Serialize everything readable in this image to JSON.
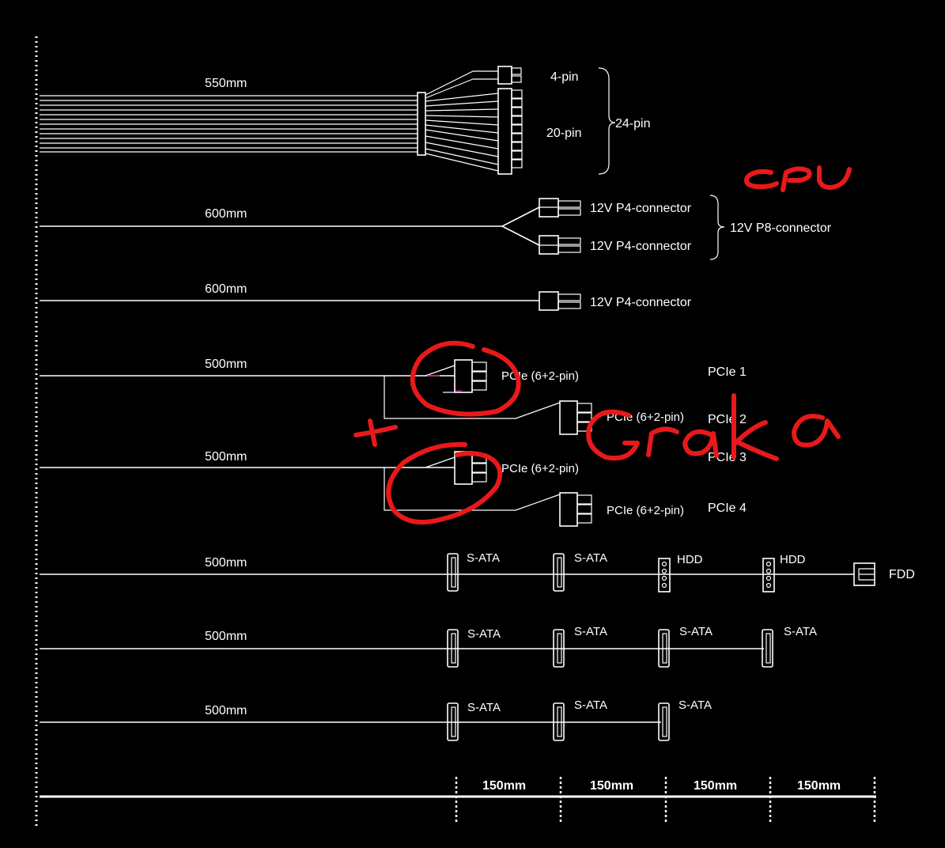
{
  "rows": [
    {
      "length": "550mm",
      "top_label": "4-pin",
      "bottom_label": "20-pin",
      "group_label": "24-pin"
    },
    {
      "length": "600mm",
      "conn1": "12V P4-connector",
      "conn2": "12V P4-connector",
      "group_label": "12V P8-connector"
    },
    {
      "length": "600mm",
      "conn1": "12V P4-connector"
    },
    {
      "length": "500mm",
      "conn1": "PCIe (6+2-pin)",
      "conn2": "PCIe (6+2-pin)",
      "name1": "PCIe 1",
      "name2": "PCIe 2"
    },
    {
      "length": "500mm",
      "conn1": "PCIe (6+2-pin)",
      "conn2": "PCIe (6+2-pin)",
      "name1": "PCIe 3",
      "name2": "PCIe 4"
    },
    {
      "length": "500mm",
      "c1": "S-ATA",
      "c2": "S-ATA",
      "c3": "HDD",
      "c4": "HDD",
      "c5": "FDD"
    },
    {
      "length": "500mm",
      "c1": "S-ATA",
      "c2": "S-ATA",
      "c3": "S-ATA",
      "c4": "S-ATA"
    },
    {
      "length": "500mm",
      "c1": "S-ATA",
      "c2": "S-ATA",
      "c3": "S-ATA"
    }
  ],
  "scale": [
    "150mm",
    "150mm",
    "150mm",
    "150mm"
  ],
  "annotations": {
    "cpu": "cPU",
    "plus": "+",
    "graka": "Graka"
  },
  "colors": {
    "background": "#000000",
    "line": "#ffffff",
    "annotation": "#e8191a"
  }
}
